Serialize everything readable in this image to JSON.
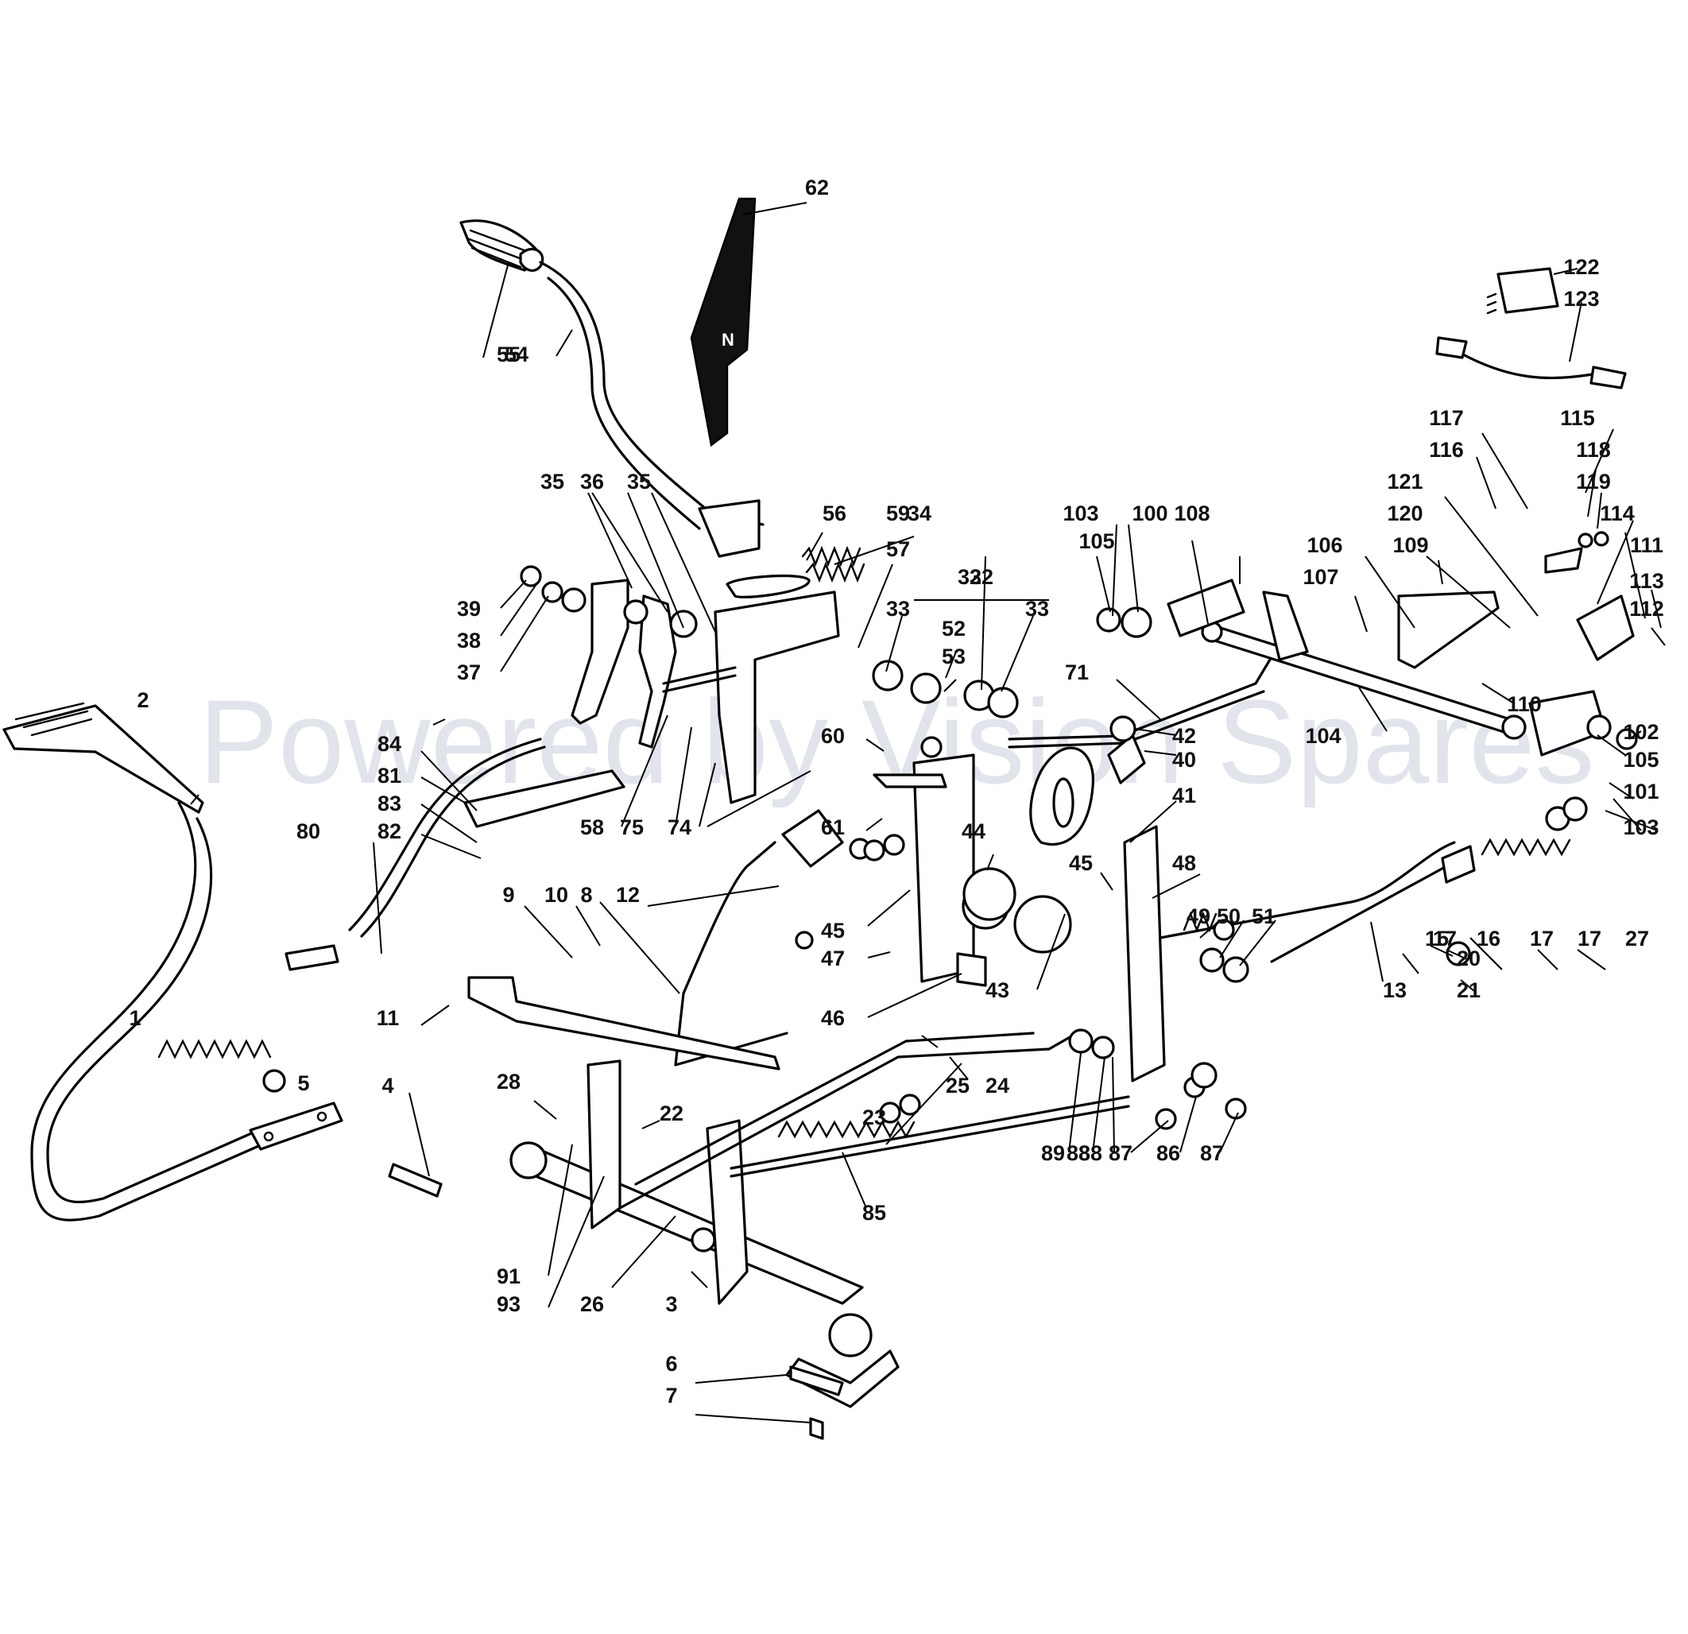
{
  "watermark": "Powered by Vision Spares",
  "plate_symbol": "N",
  "group_label": "32",
  "callouts": [
    "1",
    "2",
    "3",
    "4",
    "5",
    "6",
    "7",
    "8",
    "9",
    "10",
    "11",
    "12",
    "13",
    "15",
    "16",
    "17",
    "17",
    "17",
    "20",
    "21",
    "22",
    "23",
    "24",
    "25",
    "26",
    "27",
    "28",
    "32",
    "33",
    "33",
    "34",
    "35",
    "35",
    "36",
    "37",
    "38",
    "39",
    "40",
    "41",
    "42",
    "43",
    "44",
    "45",
    "45",
    "46",
    "47",
    "48",
    "49",
    "50",
    "51",
    "52",
    "53",
    "54",
    "55",
    "56",
    "57",
    "58",
    "59",
    "60",
    "61",
    "62",
    "71",
    "74",
    "75",
    "80",
    "81",
    "82",
    "83",
    "84",
    "85",
    "86",
    "87",
    "87",
    "88",
    "88",
    "89",
    "91",
    "93",
    "100",
    "101",
    "102",
    "103",
    "103",
    "104",
    "105",
    "105",
    "106",
    "107",
    "108",
    "109",
    "110",
    "111",
    "112",
    "113",
    "114",
    "115",
    "116",
    "117",
    "118",
    "119",
    "120",
    "121",
    "122",
    "123"
  ]
}
